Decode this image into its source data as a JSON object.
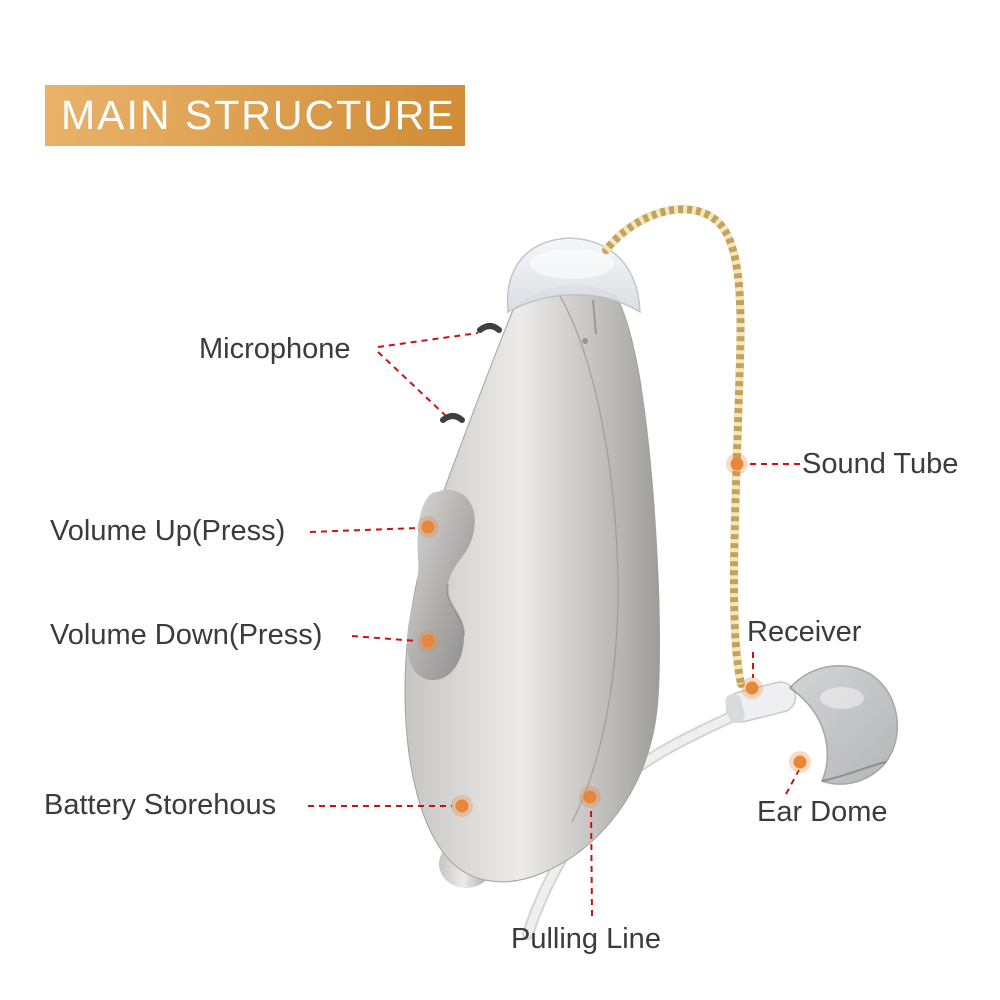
{
  "header": {
    "title": "MAIN STRUCTURE"
  },
  "labels": {
    "microphone": "Microphone",
    "volume_up": "Volume Up(Press)",
    "volume_down": "Volume Down(Press)",
    "battery": "Battery Storehous",
    "sound_tube": "Sound Tube",
    "receiver": "Receiver",
    "ear_dome": "Ear Dome",
    "pulling_line": "Pulling Line"
  },
  "colors": {
    "banner_start": "#e9b36b",
    "banner_end": "#d18c36",
    "leader_line": "#cc1111",
    "dot": "#e8873a",
    "text": "#3b3b3b"
  }
}
